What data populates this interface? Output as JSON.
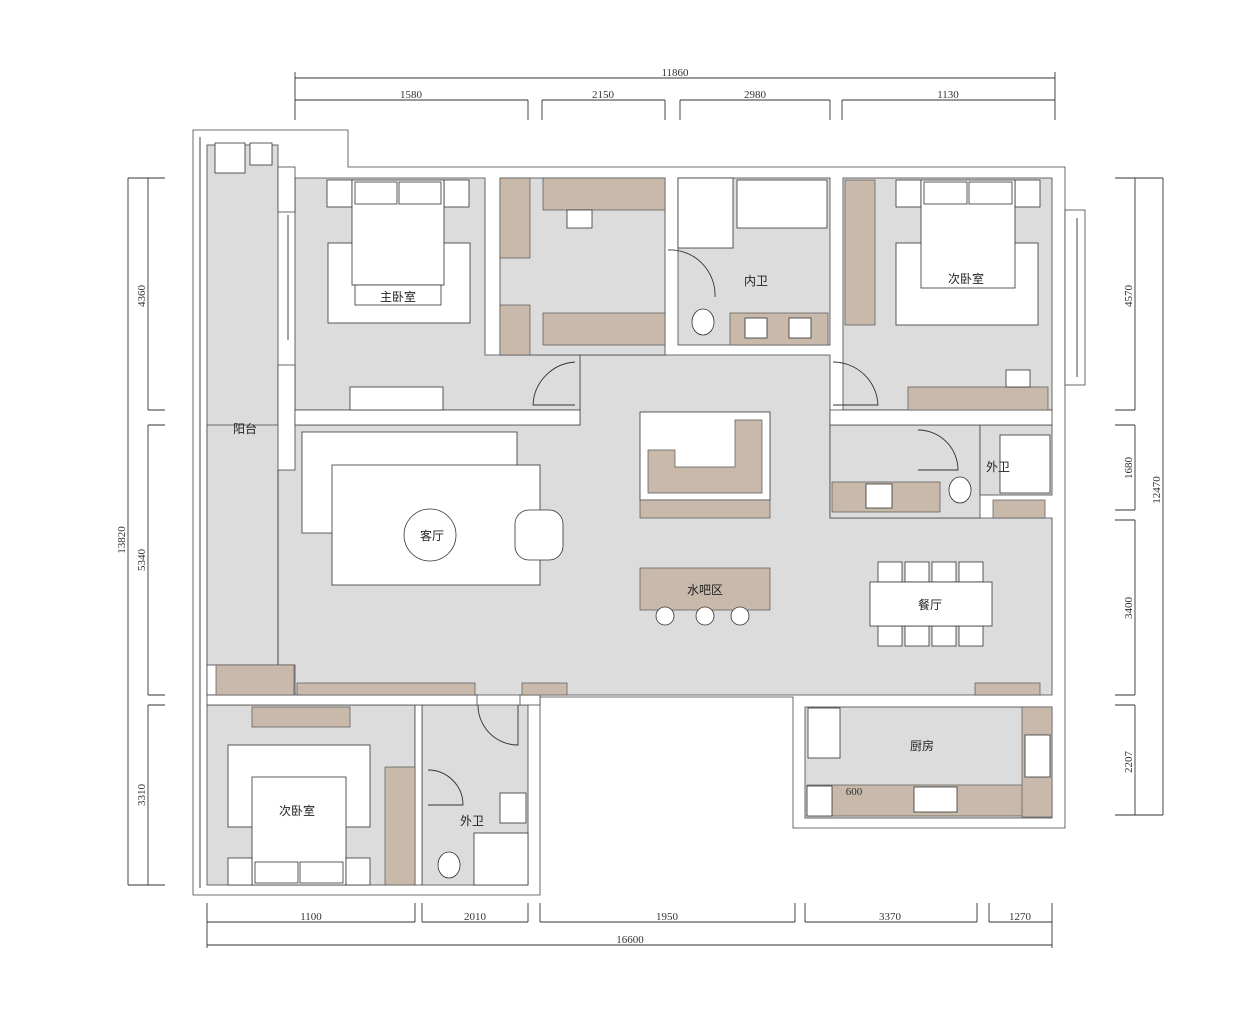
{
  "rooms": {
    "master_bedroom": "主卧室",
    "inner_bath": "内卫",
    "second_bedroom_ne": "次卧室",
    "balcony": "阳台",
    "living_room": "客厅",
    "outer_bath_ne": "外卫",
    "water_bar": "水吧区",
    "dining_room": "餐厅",
    "kitchen": "厨房",
    "second_bedroom_sw": "次卧室",
    "outer_bath_sw": "外卫"
  },
  "kitchen_note": "600",
  "dimensions": {
    "top_total": "11860",
    "top": [
      "1580",
      "2150",
      "2980",
      "1130"
    ],
    "left_total": "13820",
    "left": [
      "4360",
      "5340",
      "3310"
    ],
    "right_total": "12470",
    "right": [
      "4570",
      "1680",
      "3400",
      "2207"
    ],
    "bottom_total": "16600",
    "bottom": [
      "1100",
      "2010",
      "1950",
      "3370",
      "1270"
    ]
  },
  "colors": {
    "floor": "#dcdcdc",
    "furniture": "#c8b9ab",
    "wall": "#ffffff"
  }
}
